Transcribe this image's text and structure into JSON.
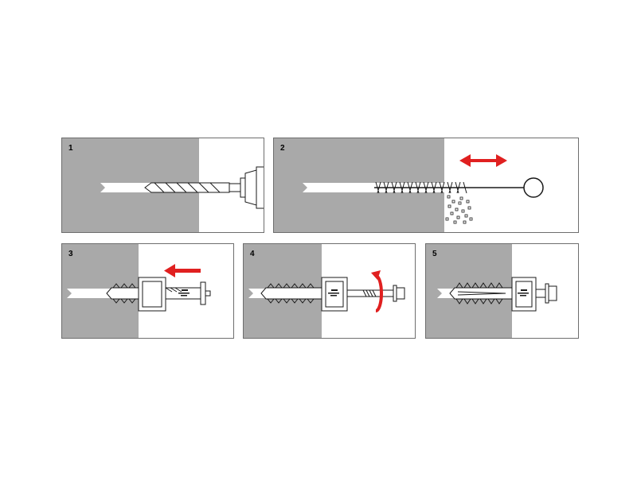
{
  "colors": {
    "wall": "#a9a9a9",
    "hole": "#ffffff",
    "line": "#1a1a1a",
    "arrow": "#e02020"
  },
  "steps": [
    {
      "number": "1",
      "icon": "drill-bit-icon"
    },
    {
      "number": "2",
      "icon": "cleaning-brush-icon"
    },
    {
      "number": "3",
      "icon": "insert-anchor-icon"
    },
    {
      "number": "4",
      "icon": "tighten-screw-icon"
    },
    {
      "number": "5",
      "icon": "installed-anchor-icon"
    }
  ]
}
